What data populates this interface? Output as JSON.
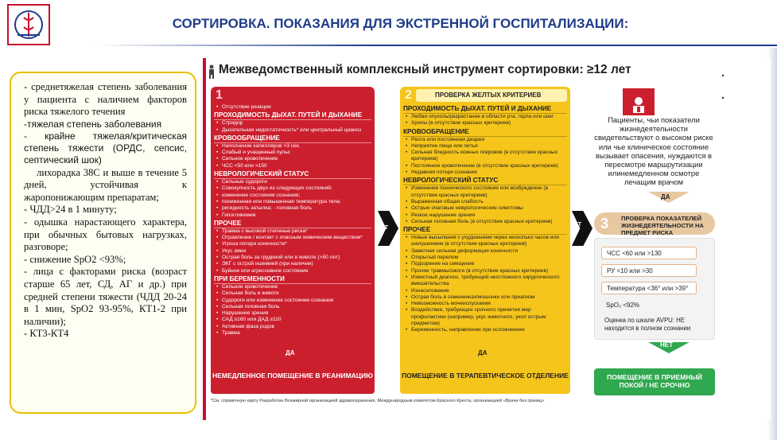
{
  "slide": {
    "title": "СОРТИРОВКА. ПОКАЗАНИЯ ДЛЯ ЭКСТРЕННОЙ ГОСПИТАЛИЗАЦИИ:"
  },
  "left_panel": {
    "paragraphs": [
      "- среднетяжелая степень заболевания у пациента с наличием факторов риска тяжелого течения",
      "-тяжелая степень заболевания",
      "- крайне тяжелая/критическая степень тяжести (ОРДС, сепсис, септический шок)",
      "лихорадка 38С и выше в течение 5 дней, устойчивая к жаропонижающим препаратам;",
      "- ЧДД>24 в 1 минуту;",
      "- одышка нарастающего характера, при обычных бытовых нагрузках, разговоре;",
      "- снижение SpO2 <93%;",
      "- лица с факторами риска (возраст старше 65 лет, СД, АГ и др.) при средней степени тяжести (ЧДД 20-24 в 1 мин, SpO2 93-95%, КТ1-2 при наличии);",
      "- КТ3-КТ4"
    ]
  },
  "tool": {
    "header": "Межведомственный комплексный инструмент сортировки: ≥12 лет",
    "dots": [
      ".",
      "."
    ],
    "red": {
      "number": "1",
      "intro": "Отсутствие реакции",
      "sections": [
        {
          "title": "ПРОХОДИМОСТЬ ДЫХАТ. ПУТЕЙ И ДЫХАНИЕ",
          "items": [
            "Стридор",
            "Дыхательная недостаточность* или центральный цианоз"
          ]
        },
        {
          "title": "КРОВООБРАЩЕНИЕ",
          "items": [
            "Наполнение капилляров >3 сек.",
            "Слабый и учащенный пульс",
            "Сильное кровотечение",
            "ЧСС <50 или >150"
          ]
        },
        {
          "title": "НЕВРОЛОГИЧЕСКИЙ СТАТУС",
          "items": [
            "Сильные судороги",
            "Совокупность двух из следующих состояний:",
            "изменение состояния сознания;",
            "пониженная или повышенная температура тела;",
            "ригидность затылка; - головная боль",
            "Гипогликемия"
          ]
        },
        {
          "title": "ПРОЧЕЕ",
          "items": [
            "Травма с высокой степенью риска*",
            "Отравление / контакт с опасным химическим веществом*",
            "Угроза потери конечности*",
            "Укус змеи",
            "Острая боль за грудиной или в животе (>50 лет)",
            "ЭКГ с острой ишемией (при наличии)",
            "Буйное или агрессивное состояние"
          ]
        },
        {
          "title": "ПРИ БЕРЕМЕННОСТИ",
          "items": [
            "Сильное кровотечение",
            "Сильная боль в животе",
            "Судороги или изменение состояние сознания",
            "Сильная головная боль",
            "Нарушение зрения",
            "САД ≥160 или ДАД ≥110",
            "Активная фаза родов",
            "Травма"
          ]
        }
      ],
      "yes_label": "ДА",
      "result": "НЕМЕДЛЕННОЕ ПОМЕЩЕНИЕ В РЕАНИМАЦИЮ"
    },
    "yellow": {
      "number": "2",
      "head": "ПРОВЕРКА ЖЕЛТЫХ КРИТЕРИЕВ",
      "sections": [
        {
          "title": "ПРОХОДИМОСТЬ ДЫХАТ. ПУТЕЙ И ДЫХАНИЕ",
          "items": [
            "Любая опухоль/разрастание в области рта, горла или шеи",
            "Хрипы (в отсутствие красных критериев)"
          ]
        },
        {
          "title": "КРОВООБРАЩЕНИЕ",
          "items": [
            "Рвота или постоянная диарея",
            "Неприятие пищи или питья",
            "Сильная бледность кожных покровов (в отсутствие красных критериев)",
            "Постоянное кровотечение (в отсутствие красных критериев)",
            "Недавняя потеря сознания"
          ]
        },
        {
          "title": "НЕВРОЛОГИЧЕСКИЙ СТАТУС",
          "items": [
            "Изменение психического состояния или возбуждение (в отсутствие красных критериев)",
            "Выраженная общая слабость",
            "Острые очаговые неврологические симптомы",
            "Резкое нарушение зрения",
            "Сильная головная боль (в отсутствие красных критериев)"
          ]
        },
        {
          "title": "ПРОЧЕЕ",
          "items": [
            "Новые высыпания с ухудшением через несколько часов или шелушением (в отсутствие красных критериев)",
            "Заметная сильная деформация конечности",
            "Открытый перелом",
            "Подозрение на смещение",
            "Прочие травмы/ожоги (в отсутствие красных критериев)",
            "Известный диагноз, требующий неотложного хирургического вмешательства",
            "Изнасилование",
            "Острая боль в семенниках/мошонке или приапизм",
            "Невозможность мочеиспускания",
            "Воздействие, требующее срочного принятия мер профилактики (например, укус животного, укол острым предметом)",
            "Беременность, направление при осложнениях"
          ]
        }
      ],
      "yes_label": "ДА",
      "result": "ПОМЕЩЕНИЕ В ТЕРАПЕВТИЧЕСКОЕ ОТДЕЛЕНИЕ"
    },
    "no_label_1": "НЕТ",
    "no_label_2": "НЕТ",
    "right": {
      "patients_text": "Пациенты, чьи показатели жизнедеятельности свидетельствуют о высоком риске или чье клиническое состояние вызывает опасения, нуждаются в пересмотре маршрутизации илинемедленном осмотре лечащим врачом",
      "yes_label": "ДА",
      "number": "3",
      "head": "ПРОВЕРКА ПОКАЗАТЕЛЕЙ ЖИЗНЕДЕЯТЕЛЬНОСТИ НА ПРЕДМЕТ РИСКА",
      "checks": [
        "ЧСС <60 или >130",
        "РУ <10 или >30",
        "Температура <36° или >39°",
        "SpO₂ <92%"
      ],
      "note": "Оценка по шкале AVPU: НЕ находится в полном сознании",
      "no_label": "НЕТ",
      "result": "ПОМЕЩЕНИЕ В ПРИЕМНЫЙ ПОКОЙ / НЕ СРОЧНО"
    },
    "footnote": "*См. справочную карту Разработан Всемирной организацией здравоохранения, Международным комитетом Красного Креста, организацией «Врачи без границ»"
  },
  "colors": {
    "title": "#1f3c8a",
    "red": "#cc1f2e",
    "yellow": "#f6c51b",
    "green": "#2fa84f",
    "tan": "#e7c8a0",
    "panel_border": "#e8c000"
  },
  "icons": [
    "logo-emblem",
    "person-icon",
    "warning-doctor-icon"
  ]
}
